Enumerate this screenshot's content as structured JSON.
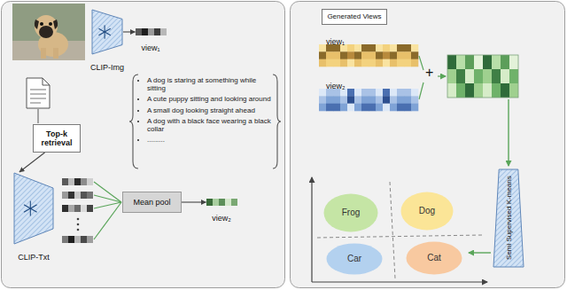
{
  "diagram": {
    "nodes": [
      {
        "text": [
          "CLIP-Img"
        ]
      },
      {
        "text": [
          "view₁"
        ]
      },
      {
        "text": [
          "Top-k retrieval"
        ]
      },
      {
        "text": [
          "CLIP-Txt"
        ]
      },
      {
        "text": [
          "Mean pool"
        ]
      },
      {
        "text": [
          "view₂"
        ]
      },
      {
        "text": [
          "Generated Views"
        ]
      },
      {
        "text": [
          "view₁"
        ]
      },
      {
        "text": [
          "view₂"
        ]
      },
      {
        "text": [
          "Frog"
        ]
      },
      {
        "text": [
          "Dog"
        ]
      },
      {
        "text": [
          "Car"
        ]
      },
      {
        "text": [
          "Cat"
        ]
      },
      {
        "text": [
          "Semi Supervised K-means"
        ]
      }
    ],
    "edges": [
      {
        "from": 0,
        "to": 1,
        "arrow": "to"
      },
      {
        "from": 2,
        "to": 3,
        "arrow": "to"
      },
      {
        "from": 4,
        "to": 5,
        "arrow": "to"
      }
    ],
    "labels": [
      "A dog is staring at something while sitting",
      "A cute puppy sitting and looking around",
      "A small dog looking straight ahead",
      "A dog with a black face wearing a black collar",
      ".........",
      "+"
    ]
  }
}
